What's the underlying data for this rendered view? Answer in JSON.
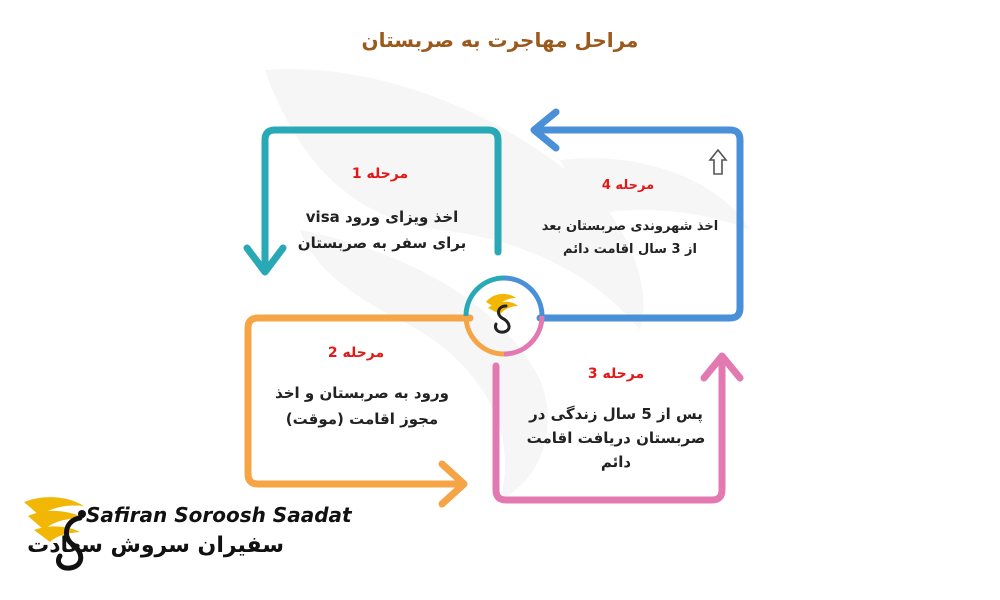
{
  "title": "مراحل مهاجرت به صربستان",
  "stages": [
    {
      "label": "مرحله 1",
      "line1": "اخذ ویزای ورود visa",
      "line2": "برای سفر به صربستان",
      "color": "#28a9b5"
    },
    {
      "label": "مرحله 2",
      "line1": "ورود به صربستان و اخذ",
      "line2": "مجوز اقامت (موقت)",
      "color": "#f5a446"
    },
    {
      "label": "مرحله 3",
      "line1": "پس از 5 سال زندگی در",
      "line2": "صربستان دریافت اقامت",
      "line3": "دائم",
      "color": "#e27ab1"
    },
    {
      "label": "مرحله 4",
      "line1": "اخذ شهروندی صربستان بعد",
      "line2": "از 3 سال اقامت دائم",
      "color": "#4a90d9"
    }
  ],
  "logo": {
    "name_en": "Safiran Soroosh Saadat",
    "name_fa": "سفیران سروش سعادت",
    "accent": "#f2b705"
  },
  "icons": {
    "center": "safiran-logo-icon",
    "corner": "up-arrow-icon"
  }
}
